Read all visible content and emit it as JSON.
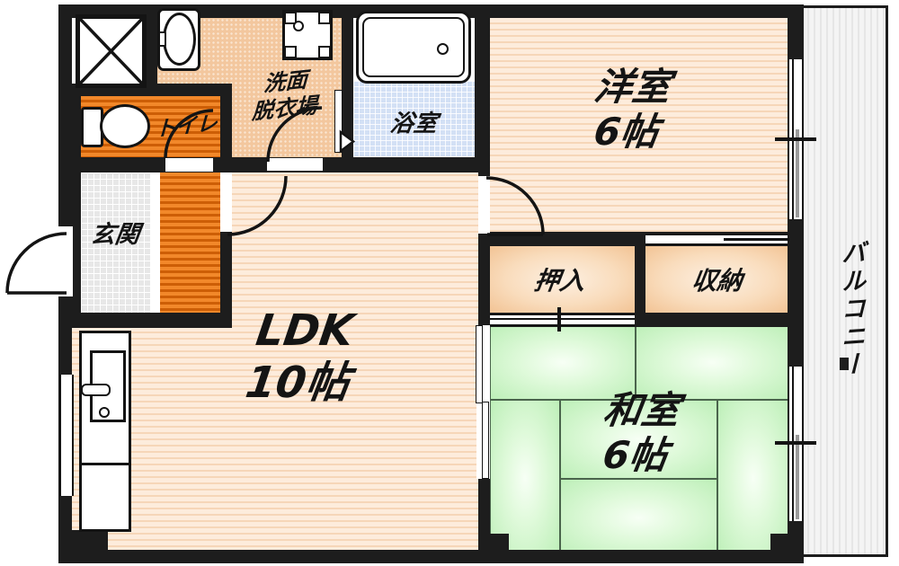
{
  "title": "間取り図 (apartment floor plan)",
  "labels": {
    "ldk_name": "LDK",
    "ldk_size": "10帖",
    "yoshitsu_name": "洋室",
    "yoshitsu_size": "6帖",
    "washitsu_name": "和室",
    "washitsu_size": "6帖",
    "genkan": "玄関",
    "toilet": "トイレ",
    "senmen_line1": "洗面",
    "senmen_line2": "脱衣場",
    "bath": "浴室",
    "oshiire": "押入",
    "shuno": "収納",
    "balcony": "バルコニー"
  },
  "colors": {
    "wall": "#1d1d1d",
    "floor_peach": "#fbe4cd",
    "floor_orange": "#ee7d1c",
    "tatami_green": "#bdefb8",
    "bath_blue": "#d3e0f5",
    "closet_peach": "#f9dcbc",
    "entrance_tile": "#e7e7e7",
    "balcony_gray": "#f2f2f2"
  }
}
